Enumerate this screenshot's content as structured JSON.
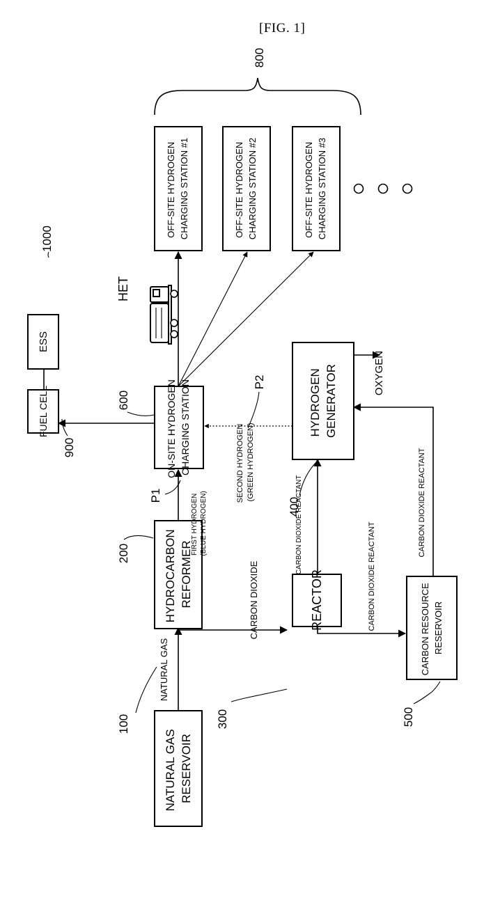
{
  "figure_label": "[FIG. 1]",
  "boxes": {
    "natural_gas_reservoir": [
      "NATURAL GAS",
      "RESERVOIR"
    ],
    "hydrocarbon_reformer": [
      "HYDROCARBON",
      "REFORMER"
    ],
    "reactor": [
      "REACTOR"
    ],
    "carbon_resource_reservoir": [
      "CARBON RESOURCE",
      "RESERVOIR"
    ],
    "on_site_station": [
      "ON-SITE HYDROGEN",
      "CHARGING STATION"
    ],
    "hydrogen_generator": [
      "HYDROGEN",
      "GENERATOR"
    ],
    "fuel_cell": [
      "FUEL CELL"
    ],
    "ess": [
      "ESS"
    ],
    "off_site_1": [
      "OFF-SITE HYDROGEN",
      "CHARGING STATION #1"
    ],
    "off_site_2": [
      "OFF-SITE HYDROGEN",
      "CHARGING STATION #2"
    ],
    "off_site_3": [
      "OFF-SITE HYDROGEN",
      "CHARGING STATION #3"
    ]
  },
  "ref_numbers": {
    "natural_gas_reservoir": "100",
    "hydrocarbon_reformer": "200",
    "reactor": "300",
    "hydrogen_generator": "400",
    "carbon_resource_reservoir": "500",
    "on_site_station": "600",
    "off_site_group": "800",
    "fuel_cell": "900",
    "ess": "1000"
  },
  "path_labels": {
    "p1": "P1",
    "p2": "P2",
    "het": "HET"
  },
  "flow_labels": {
    "natural_gas": "NATURAL GAS",
    "carbon_dioxide": "CARBON DIOXIDE",
    "first_hydrogen": [
      "FIRST HYDROGEN",
      "(BLUE HYDROGEN)"
    ],
    "second_hydrogen": [
      "SECOND HYDROGEN",
      "(GREEN HYDROGEN)"
    ],
    "co2_reactant_to_storage": "CARBON DIOXIDE REACTANT",
    "co2_reactant_to_generator": "CARBON DIOXIDE REACTANT",
    "co2_reactant_from_storage": "CARBON DIOXIDE REACTANT",
    "oxygen": "OXYGEN"
  },
  "ellipsis_count": 3
}
